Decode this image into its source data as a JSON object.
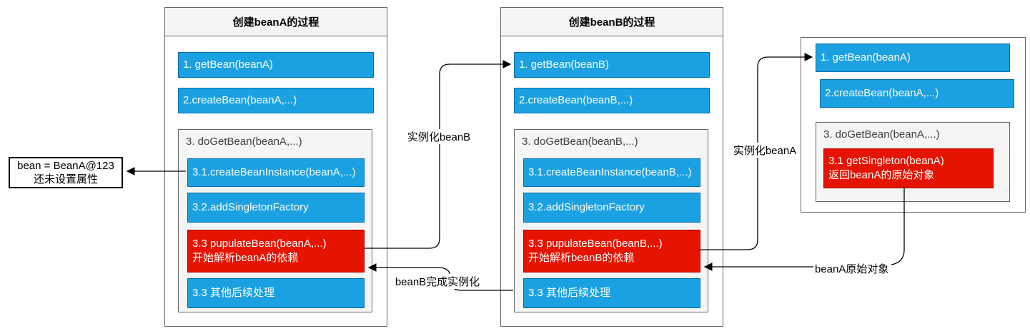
{
  "panels": [
    {
      "title": "创建beanA的过程",
      "step1": "1. getBean(beanA)",
      "step2": "2.createBean(beanA,...)",
      "step3_title": "3. doGetBean(beanA,...)",
      "step31": "3.1.createBeanInstance(beanA,...)",
      "step32": "3.2.addSingletonFactory",
      "step33_line1": "3.3 pupulateBean(beanA,...)",
      "step33_line2": "开始解析beanA的依赖",
      "step34": "3.3 其他后续处理"
    },
    {
      "title": "创建beanB的过程",
      "step1": "1. getBean(beanB)",
      "step2": "2.createBean(beanB,...)",
      "step3_title": "3. doGetBean(beanB,...)",
      "step31": "3.1.createBeanInstance(beanB,...)",
      "step32": "3.2.addSingletonFactory",
      "step33_line1": "3.3 pupulateBean(beanB,...)",
      "step33_line2": "开始解析beanB的依赖",
      "step34": "3.3 其他后续处理"
    },
    {
      "step1": "1. getBean(beanA)",
      "step2": "2.createBean(beanA,...)",
      "step3_title": "3. doGetBean(beanA,...)",
      "step31_line1": "3.1 getSingleton(beanA)",
      "step31_line2": "返回beanA的原始对象"
    }
  ],
  "note": {
    "line1": "bean = BeanA@123",
    "line2": "还未设置属性"
  },
  "edge_labels": {
    "instantiate_beanB": "实例化beanB",
    "beanB_done": "beanB完成实例化",
    "instantiate_beanA": "实例化beanA",
    "beanA_raw": "beanA原始对象"
  },
  "colors": {
    "blue_fill": "#1ba1e2",
    "blue_stroke": "#006eaf",
    "red_fill": "#e51400",
    "red_stroke": "#b20000",
    "gray_fill": "#f5f5f5",
    "gray_stroke": "#666666",
    "line": "#000000"
  }
}
